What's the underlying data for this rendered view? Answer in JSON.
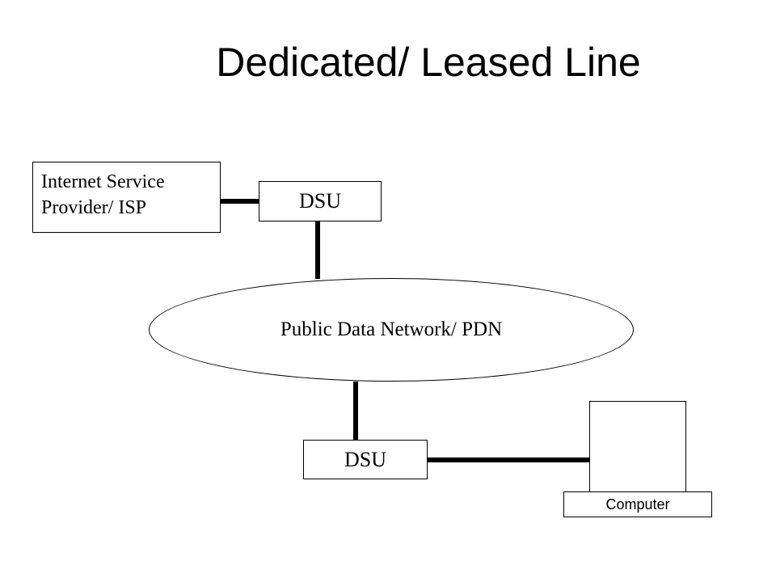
{
  "title": "Dedicated/ Leased Line",
  "nodes": {
    "isp": {
      "line1": "Internet Service",
      "line2": "Provider/ ISP"
    },
    "dsu_top": "DSU",
    "pdn": "Public Data Network/ PDN",
    "dsu_bottom": "DSU",
    "computer": "Computer"
  }
}
